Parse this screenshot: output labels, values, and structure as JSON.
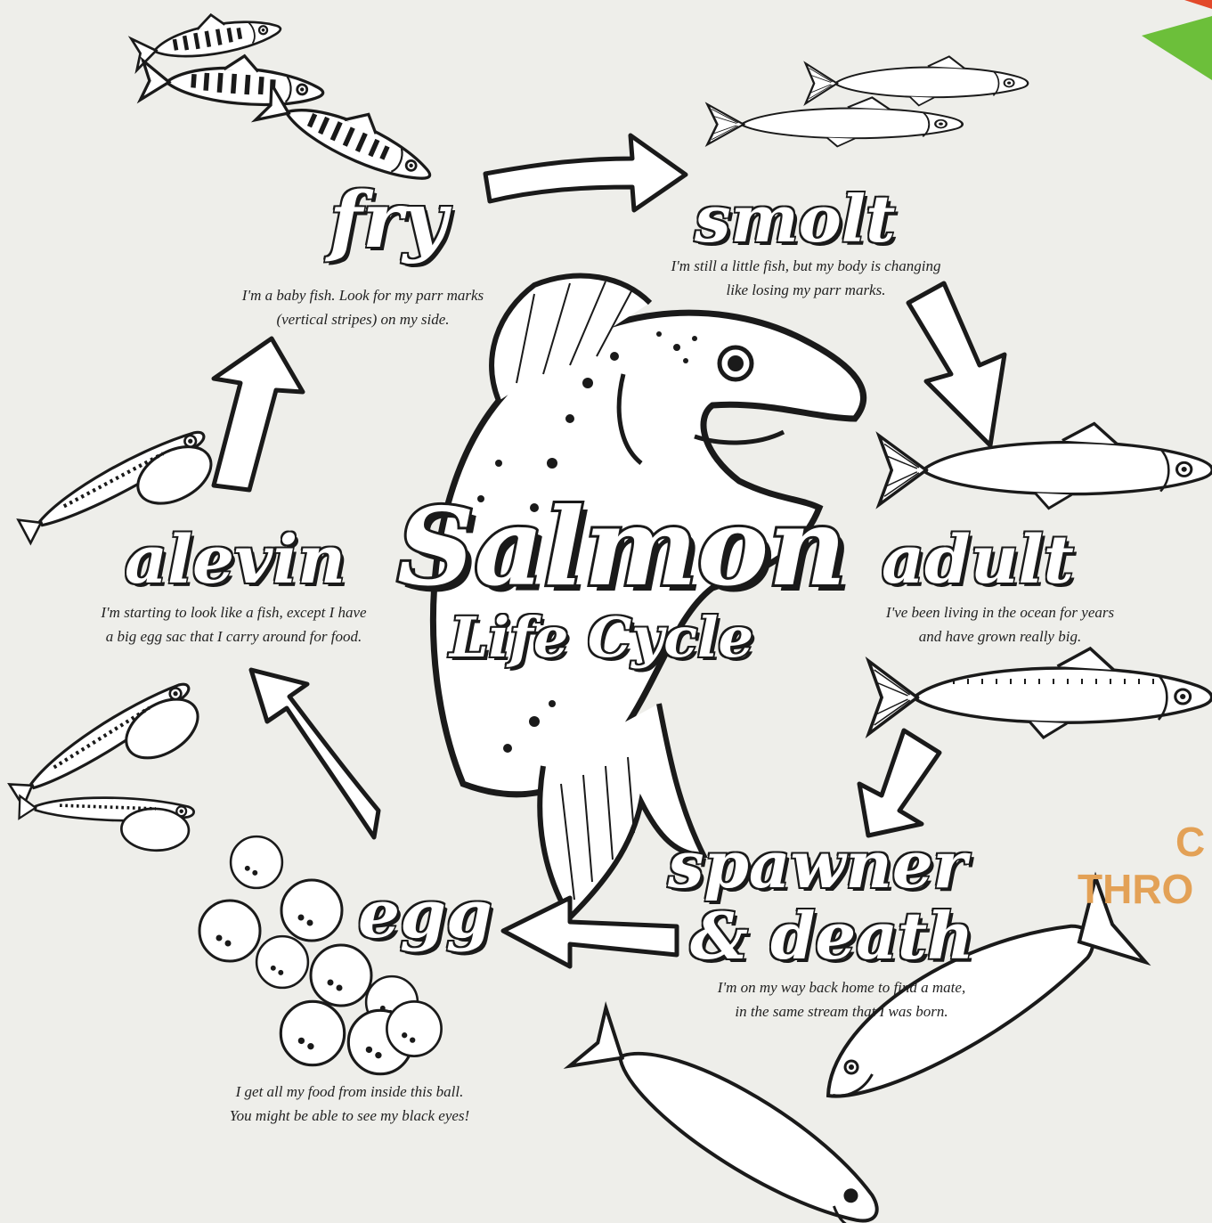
{
  "title": {
    "line1": "Salmon",
    "line2": "Life Cycle"
  },
  "stages": {
    "fry": {
      "label": "fry",
      "desc": [
        "I'm a baby fish. Look for my parr marks",
        "(vertical stripes) on my side."
      ]
    },
    "smolt": {
      "label": "smolt",
      "desc": [
        "I'm still a little fish, but my body is changing",
        "like losing my parr marks."
      ]
    },
    "adult": {
      "label": "adult",
      "desc": [
        "I've been living in the ocean for years",
        "and have grown really big."
      ]
    },
    "spawner": {
      "label_line1": "spawner",
      "label_line2": "& death",
      "desc": [
        "I'm on my way back home to find a mate,",
        "in the same stream that I was born."
      ]
    },
    "egg": {
      "label": "egg",
      "desc": [
        "I get all my food from inside this ball.",
        "You might be able to see my black eyes!"
      ]
    },
    "alevin": {
      "label": "alevin",
      "desc": [
        "I'm starting to look like a fish, except I have",
        "a big egg sac that I carry around for food."
      ]
    }
  },
  "side_text": {
    "line1": "C",
    "line2": "THRO"
  },
  "colors": {
    "background": "#eeeeea",
    "ink": "#1a1a1a",
    "accent_orange": "#e3a156",
    "corner_green": "#6cbf3a",
    "corner_red": "#e2492a"
  },
  "icons": [
    "salmon-fish-icon",
    "arrow-icon",
    "egg-icon",
    "alevin-icon",
    "fry-icon",
    "smolt-icon",
    "adult-fish-icon",
    "spawner-fish-icon"
  ]
}
